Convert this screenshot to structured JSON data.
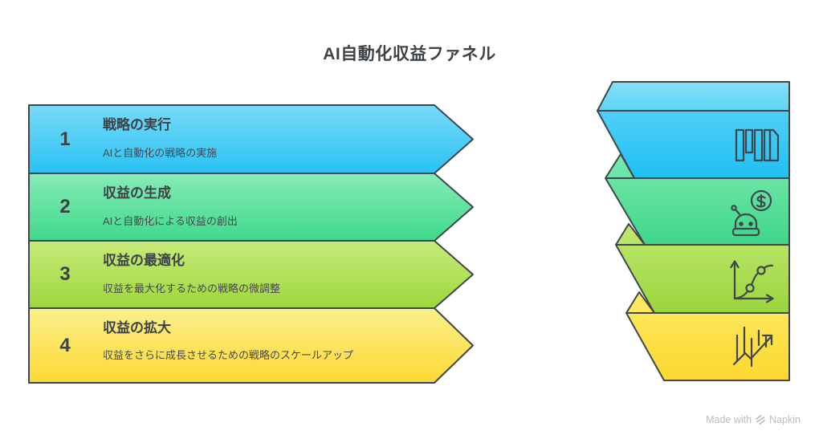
{
  "diagram": {
    "title": "AI自動化収益ファネル",
    "steps": [
      {
        "number": "1",
        "title": "戦略の実行",
        "description": "AIと自動化の戦略の実施",
        "icon": "books-icon"
      },
      {
        "number": "2",
        "title": "収益の生成",
        "description": "AIと自動化による収益の創出",
        "icon": "robot-dollar-icon"
      },
      {
        "number": "3",
        "title": "収益の最適化",
        "description": "収益を最大化するための戦略の微調整",
        "icon": "growth-curve-icon"
      },
      {
        "number": "4",
        "title": "収益の拡大",
        "description": "収益をさらに成長させるための戦略のスケールアップ",
        "icon": "stock-chart-icon"
      }
    ],
    "colors": {
      "step1_top": "#79daf8",
      "step1_bottom": "#29c2f4",
      "step2_top": "#87ecb8",
      "step2_bottom": "#3fd98a",
      "step3_top": "#c7eb7a",
      "step3_bottom": "#9dd73c",
      "step4_top": "#fbef8d",
      "step4_bottom": "#fdd933",
      "band_top": "#86dff9",
      "band_bottom": "#5ed4f7",
      "funnel1_top": "#4fcff7",
      "funnel1_bottom": "#20c0f4",
      "funnel2_top": "#79eab0",
      "funnel2_bottom": "#3ed687",
      "funnel3_top": "#c0e873",
      "funnel3_bottom": "#9ad53a",
      "funnel4_top": "#fdeb66",
      "funnel4_bottom": "#fdd72e",
      "outline": "#3f474d",
      "text": "#3f4347",
      "watermark_text": "#b9bdc1"
    },
    "watermark": {
      "prefix": "Made with",
      "brand": "Napkin"
    }
  }
}
